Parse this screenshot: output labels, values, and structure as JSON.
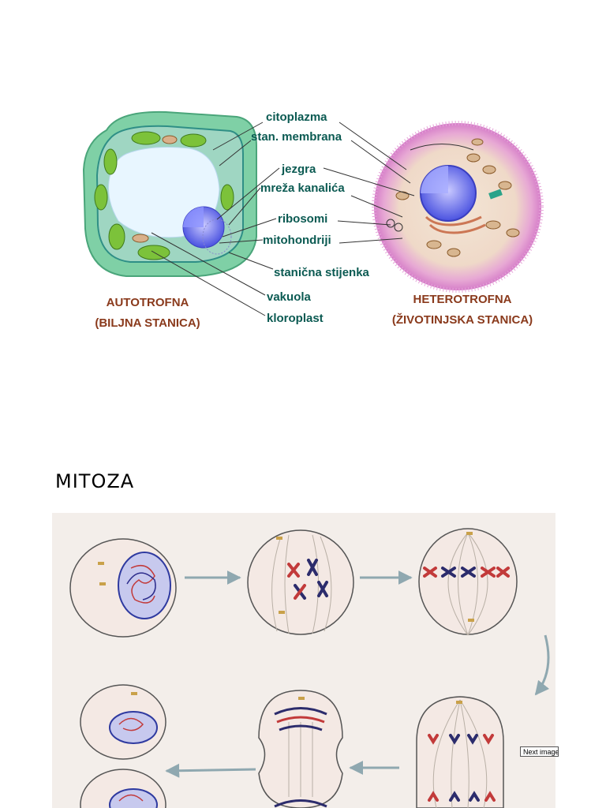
{
  "cell_diagram": {
    "labels": {
      "citoplazma": "citoplazma",
      "stan_membrana": "stan. membrana",
      "jezgra": "jezgra",
      "mreza_kanalica": "mreža kanalića",
      "ribosomi": "ribosomi",
      "mitohondriji": "mitohondriji",
      "stanicna_stijenka": "stanična stijenka",
      "vakuola": "vakuola",
      "kloroplast": "kloroplast"
    },
    "plant_caption": [
      "AUTOTROFNA",
      "(BILJNA STANICA)"
    ],
    "animal_caption": [
      "HETEROTROFNA",
      "(ŽIVOTINJSKA STANICA)"
    ]
  },
  "mitosis": {
    "title": "MITOZA",
    "next_image_label": "Next image"
  },
  "colors": {
    "label_teal": "#0b5a52",
    "caption_brown": "#8a3a1c",
    "panel_bg": "#f3eeea",
    "arrow": "#8fa8b0"
  }
}
